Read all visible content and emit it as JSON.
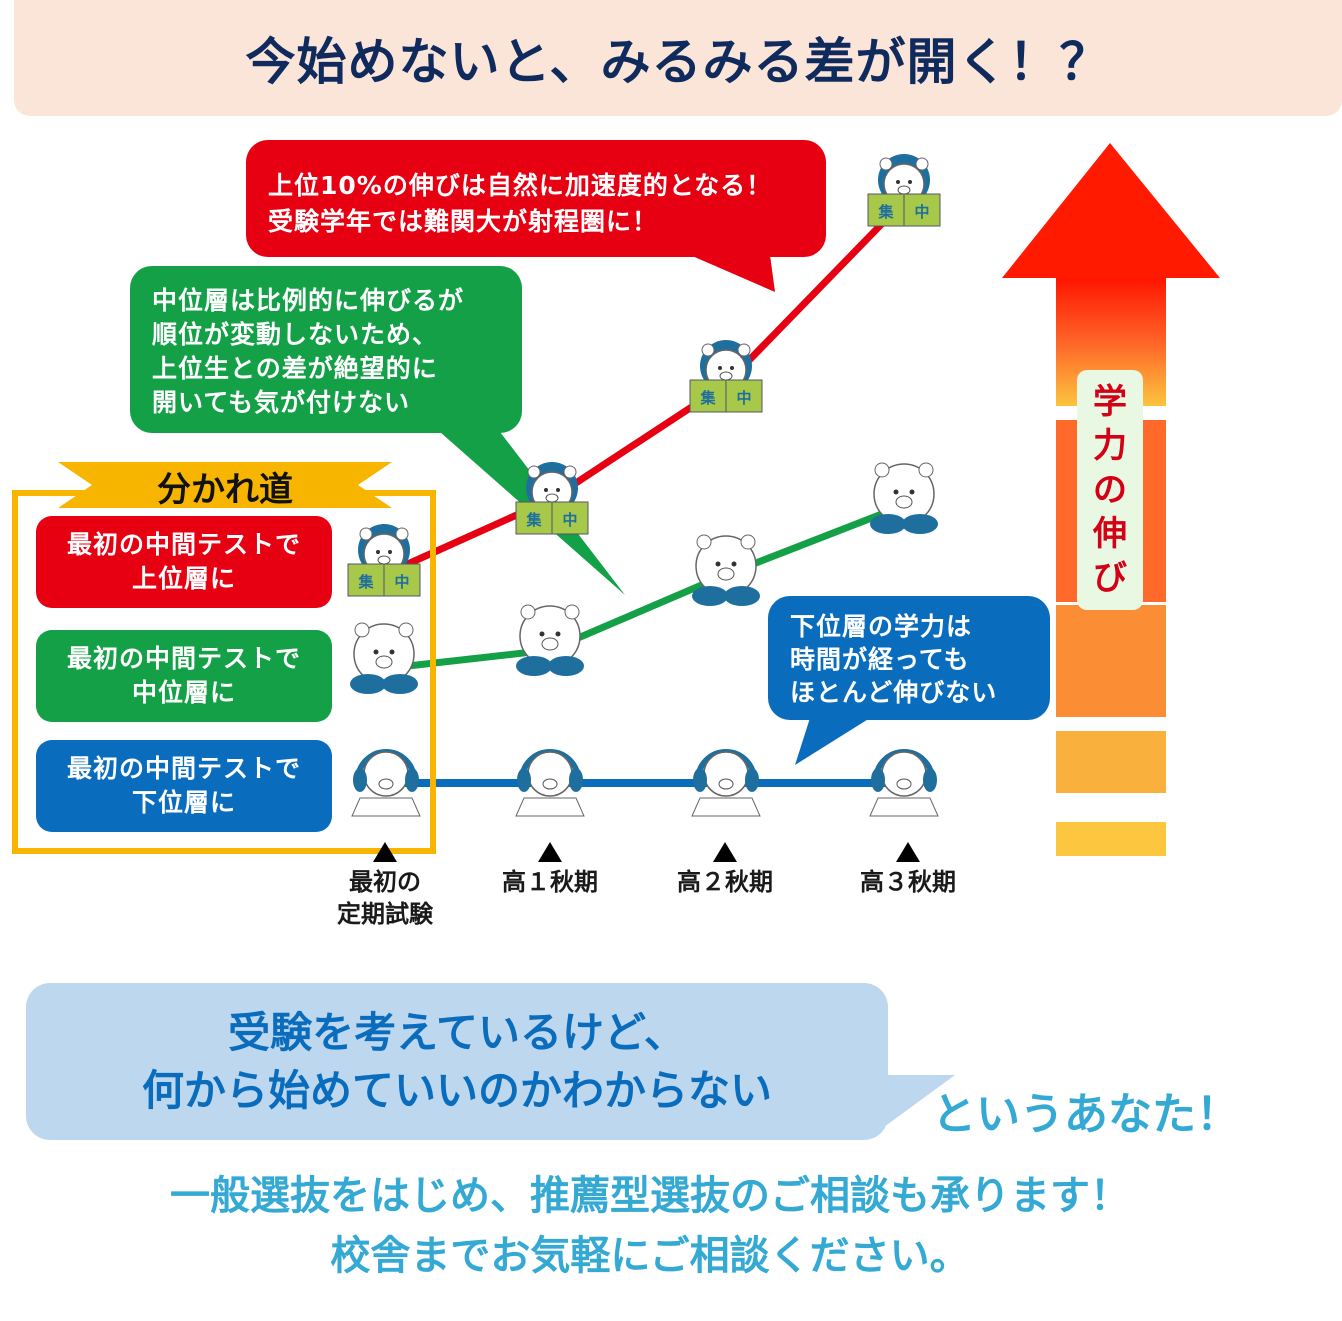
{
  "header": {
    "title": "今始めないと、みるみる差が開く！？"
  },
  "callouts": {
    "top": {
      "text": "上位10%の伸びは自然に加速度的となる！\n受験学年では難関大が射程圏に！",
      "color": "#e60012"
    },
    "middle": {
      "text": "中位層は比例的に伸びるが\n順位が変動しないため、\n上位生との差が絶望的に\n開いても気が付けない",
      "color": "#13a047"
    },
    "bottom": {
      "text": "下位層の学力は\n時間が経っても\nほとんど伸びない",
      "color": "#0a6cbd"
    }
  },
  "split": {
    "title": "分かれ道",
    "choices": [
      {
        "line1": "最初の中間テストで",
        "line2": "上位層に",
        "color": "#e60012"
      },
      {
        "line1": "最初の中間テストで",
        "line2": "中位層に",
        "color": "#13a047"
      },
      {
        "line1": "最初の中間テストで",
        "line2": "下位層に",
        "color": "#0a6cbd"
      }
    ]
  },
  "axis": {
    "ticks": [
      {
        "line1": "最初の",
        "line2": "定期試験"
      },
      {
        "line1": "高１秋期",
        "line2": ""
      },
      {
        "line1": "高２秋期",
        "line2": ""
      },
      {
        "line1": "高３秋期",
        "line2": ""
      }
    ]
  },
  "growth_arrow": {
    "label": [
      "学",
      "力",
      "の",
      "伸",
      "び"
    ],
    "colors": [
      "#ff1a00",
      "#ff6a2a",
      "#f9a23a",
      "#fcc43e"
    ]
  },
  "bear_icons": {
    "top": "bear-reading-book-icon",
    "book_text": [
      "集",
      "中"
    ],
    "middle": "bear-face-icon",
    "low": "bear-sleepy-writing-icon"
  },
  "lines": {
    "top": {
      "color": "#e60012",
      "points": [
        [
          390,
          572
        ],
        [
          550,
          500
        ],
        [
          725,
          385
        ],
        [
          905,
          200
        ]
      ]
    },
    "middle": {
      "color": "#13a047",
      "points": [
        [
          390,
          668
        ],
        [
          550,
          650
        ],
        [
          725,
          575
        ],
        [
          905,
          505
        ]
      ]
    },
    "low": {
      "color": "#0a6cbd",
      "points": [
        [
          390,
          783
        ],
        [
          550,
          783
        ],
        [
          725,
          783
        ],
        [
          905,
          783
        ]
      ]
    }
  },
  "footer": {
    "bubble_line1": "受験を考えているけど、",
    "bubble_line2": "何から始めていいのかわからない",
    "you": "というあなた！",
    "closing_line1": "一般選抜をはじめ、推薦型選抜のご相談も承ります！",
    "closing_line2": "校舎までお気軽にご相談ください。"
  }
}
